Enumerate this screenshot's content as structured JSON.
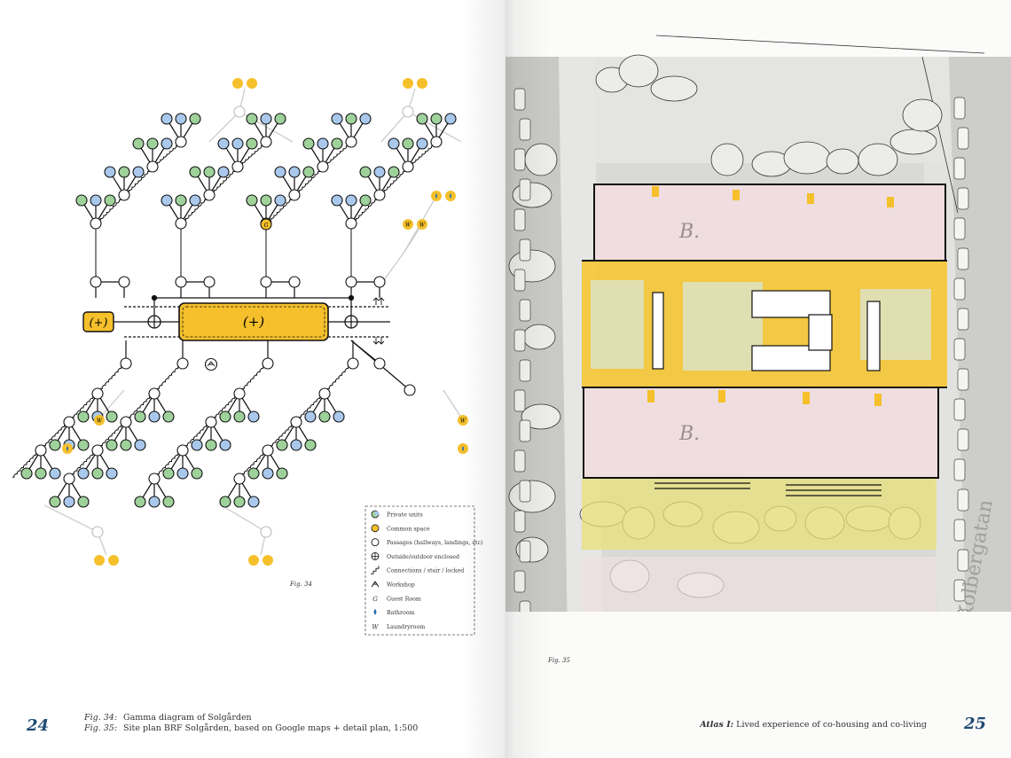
{
  "page_left_number": "24",
  "page_right_number": "25",
  "captions": [
    {
      "label": "Fig. 34:",
      "text": "Gamma diagram of Solgården"
    },
    {
      "label": "Fig. 35:",
      "text": "Site plan BRF Solgården, based on Google maps + detail plan, 1:500"
    }
  ],
  "running_head": {
    "emphasis": "Atlas I:",
    "text": " Lived experience of co-housing and co-living"
  },
  "diagram": {
    "fig_label": "Fig. 34",
    "center_label": "(+)",
    "side_label": "(+)",
    "guest_mark": "G",
    "laundry_mark": "W",
    "legend": [
      {
        "icon": "private-units",
        "label": "Private units"
      },
      {
        "icon": "common-space",
        "label": "Common space"
      },
      {
        "icon": "passage",
        "label": "Passages (hallways, landings, etc)"
      },
      {
        "icon": "outside",
        "label": "Outside/outdoor enclosed"
      },
      {
        "icon": "connection",
        "label": "Connections / stair / locked"
      },
      {
        "icon": "workshop",
        "label": "Workshop"
      },
      {
        "icon": "guest",
        "label": "Guest Room"
      },
      {
        "icon": "bathroom",
        "label": "Bathroom"
      },
      {
        "icon": "laundry",
        "label": "Laundryroom"
      }
    ]
  },
  "site_plan": {
    "fig_label": "Fig. 35",
    "building_mark": "B.",
    "street_mark": "Kolbergatan"
  },
  "colors": {
    "yellow": "#f5c02b",
    "blue": "#a9c8ec",
    "green": "#9fd19b",
    "navy": "#1f4a74"
  }
}
